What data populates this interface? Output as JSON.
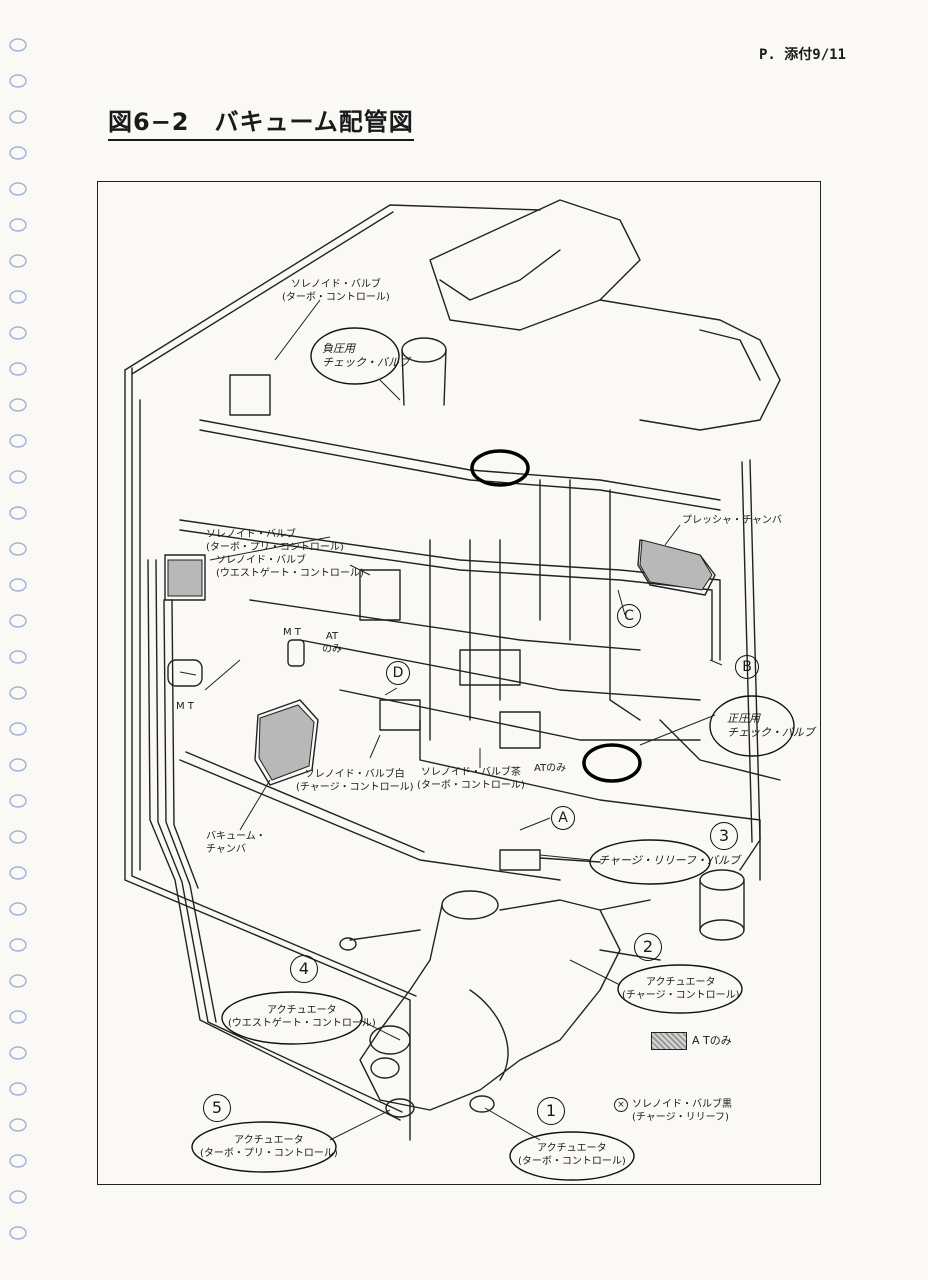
{
  "header": {
    "page_number": "P. 添付9/11",
    "title": "図6−2　バキューム配管図"
  },
  "labels": {
    "solenoid_turbo_control": [
      "ソレノイド・バルブ",
      "(ターボ・コントロール)"
    ],
    "negative_check_valve": [
      "負圧用",
      "チェック・バルブ"
    ],
    "solenoid_turbo_pre": [
      "ソレノイド・バルブ",
      "(ターボ・プリ・コントロール)"
    ],
    "solenoid_wastegate": [
      "ソレノイド・バルブ",
      "(ウエストゲート・コントロール)"
    ],
    "pressure_chamber": "プレッシャ・チャンバ",
    "mt_upper": "M T",
    "at_only_small": [
      "AT",
      "のみ"
    ],
    "mt_lower": "M T",
    "at_only_mid": "ATのみ",
    "positive_check_valve": [
      "正圧用",
      "チェック・バルブ"
    ],
    "solenoid_white": [
      "ソレノイド・バルブ白",
      "(チャージ・コントロール)"
    ],
    "solenoid_brown": [
      "ソレノイド・バルブ茶",
      "(ターボ・コントロール)"
    ],
    "vacuum_chamber": [
      "バキューム・",
      "チャンバ"
    ],
    "charge_relief_valve": "チャージ・リリーフ・バルブ",
    "actuator_charge": [
      "アクチュエータ",
      "(チャージ・コントロール)"
    ],
    "actuator_wastegate": [
      "アクチュエータ",
      "(ウエストゲート・コントロール)"
    ],
    "actuator_turbo_pre": [
      "アクチュエータ",
      "(ターボ・プリ・コントロール)"
    ],
    "actuator_turbo": [
      "アクチュエータ",
      "(ターボ・コントロール)"
    ]
  },
  "markers": {
    "letters": [
      "A",
      "B",
      "C",
      "D"
    ],
    "numbers": [
      "1",
      "2",
      "3",
      "4",
      "5"
    ]
  },
  "legend": {
    "at_only": "A Tのみ",
    "solenoid_black": [
      "ソレノイド・バルブ黒",
      "(チャージ・リリーフ)"
    ]
  },
  "colors": {
    "ink": "#1a1a1a",
    "paper": "#fbf9f5",
    "hole_blue": "#9fb4d8"
  }
}
